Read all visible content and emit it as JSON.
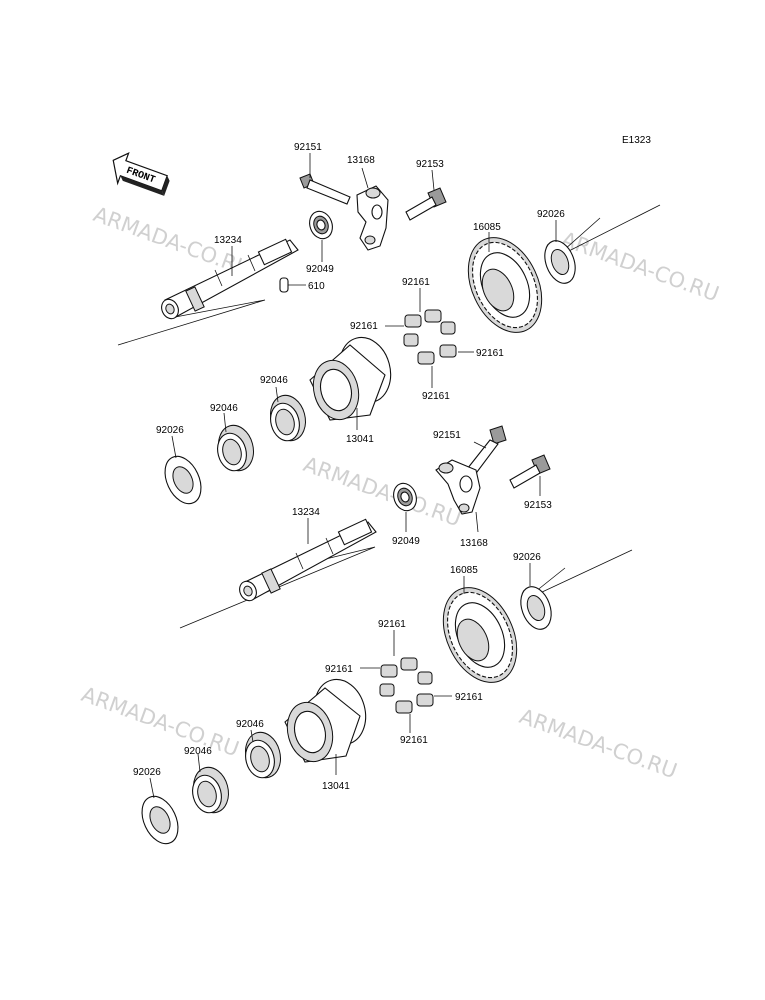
{
  "diagram_code": "E1323",
  "front_label": "FRONT",
  "watermark": "ARMADA-CO.RU",
  "colors": {
    "ink": "#111111",
    "watermark": "#c8c8c8",
    "shade": "#d9d9d9"
  },
  "upper": {
    "bolt_92151": "92151",
    "arm_13168": "13168",
    "bolt_92153": "92153",
    "shaft_13234": "13234",
    "seal_92049": "92049",
    "pin_610": "610",
    "gear_16085": "16085",
    "washer_92026_right": "92026",
    "damper_92161_top": "92161",
    "damper_92161_left": "92161",
    "damper_92161_right": "92161",
    "damper_92161_bottom": "92161",
    "bearing_92046_top": "92046",
    "bearing_92046_left": "92046",
    "hub_13041": "13041",
    "washer_92026_left": "92026"
  },
  "lower": {
    "bolt_92151": "92151",
    "arm_13168": "13168",
    "bolt_92153": "92153",
    "shaft_13234": "13234",
    "seal_92049": "92049",
    "gear_16085": "16085",
    "washer_92026_right": "92026",
    "damper_92161_top": "92161",
    "damper_92161_left": "92161",
    "damper_92161_right": "92161",
    "damper_92161_bottom": "92161",
    "bearing_92046_top": "92046",
    "bearing_92046_left": "92046",
    "hub_13041": "13041",
    "washer_92026_left": "92026"
  }
}
